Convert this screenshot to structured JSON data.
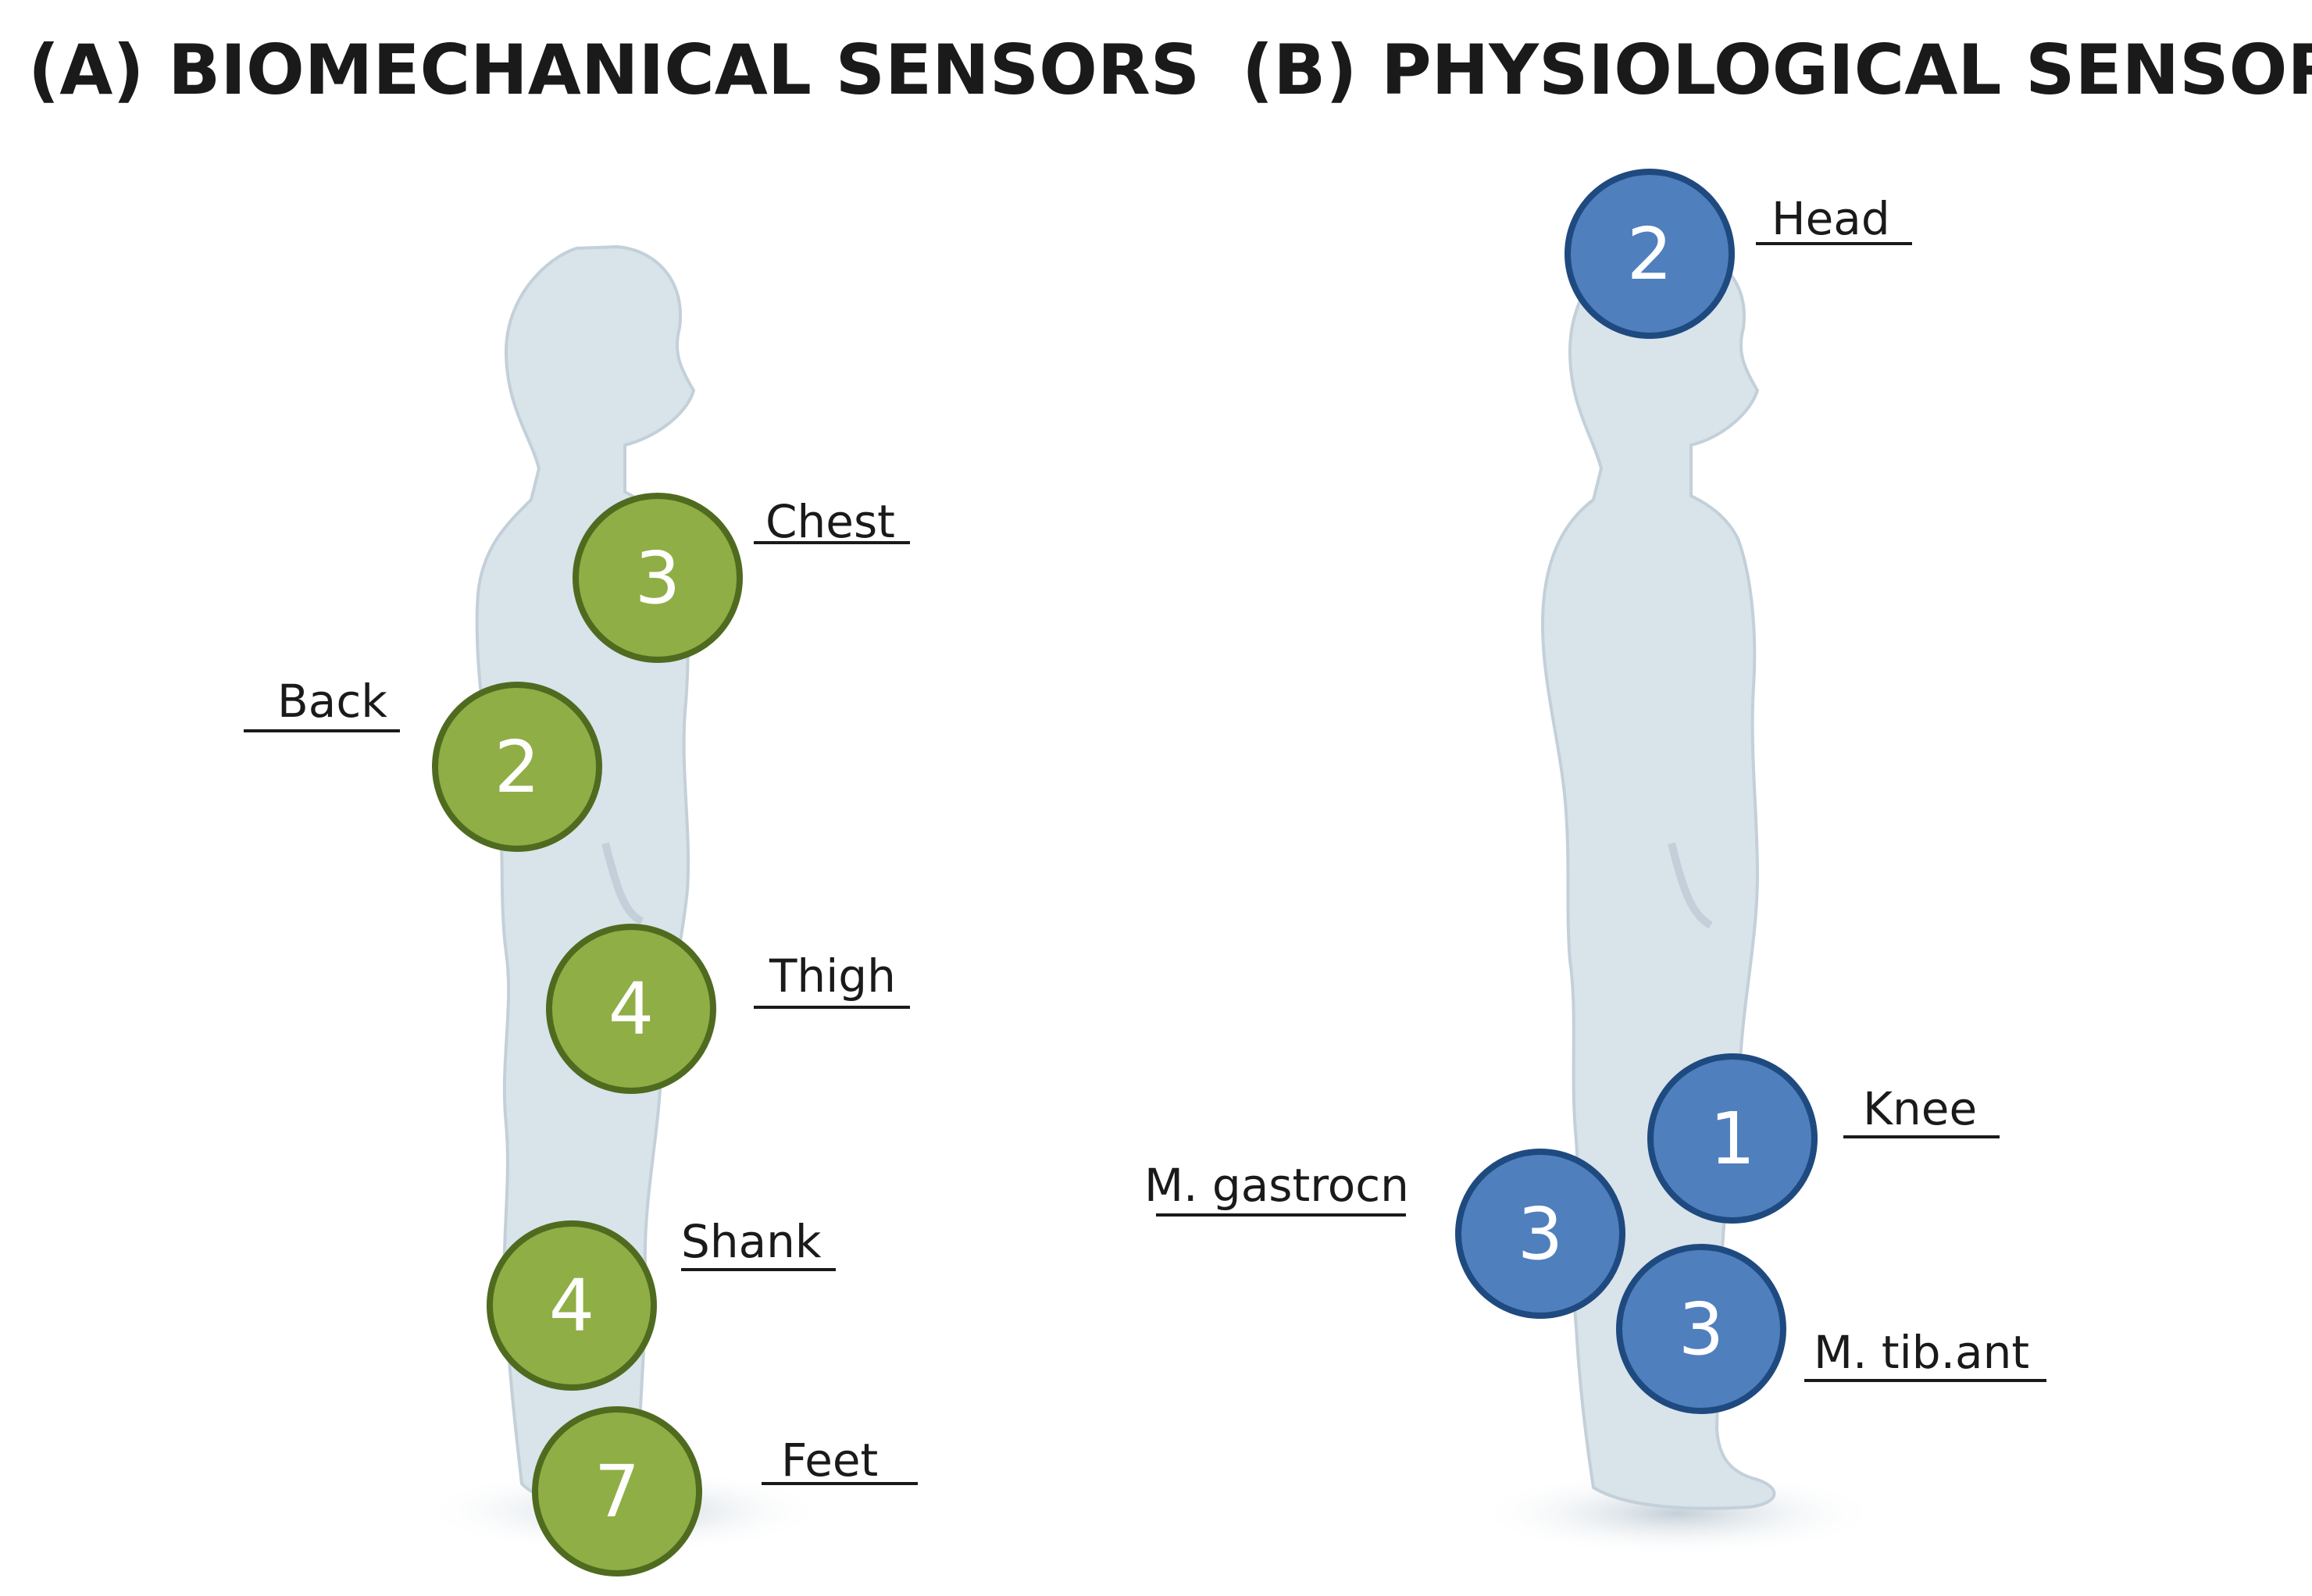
{
  "panels": {
    "a": {
      "title": "(A) BIOMECHANICAL SENSORS",
      "marker_color": "#8fae45",
      "marker_stroke": "#4f6b1f"
    },
    "b": {
      "title": "(B) PHYSIOLOGICAL SENSORS",
      "marker_color": "#4f7fbd",
      "marker_stroke": "#1f4a80"
    }
  },
  "biomechanical": [
    {
      "site": "Chest",
      "count": "3"
    },
    {
      "site": "Back",
      "count": "2"
    },
    {
      "site": "Thigh",
      "count": "4"
    },
    {
      "site": "Shank",
      "count": "4"
    },
    {
      "site": "Feet",
      "count": "7"
    }
  ],
  "physiological": [
    {
      "site": "Head",
      "count": "2"
    },
    {
      "site": "Knee",
      "count": "1"
    },
    {
      "site": "M. gastrocn",
      "count": "3"
    },
    {
      "site": "M. tib.ant",
      "count": "3"
    }
  ],
  "colors": {
    "body_fill": "#d9e3ea",
    "body_shade": "#c3d0da",
    "label_line": "#1a1a1a"
  }
}
